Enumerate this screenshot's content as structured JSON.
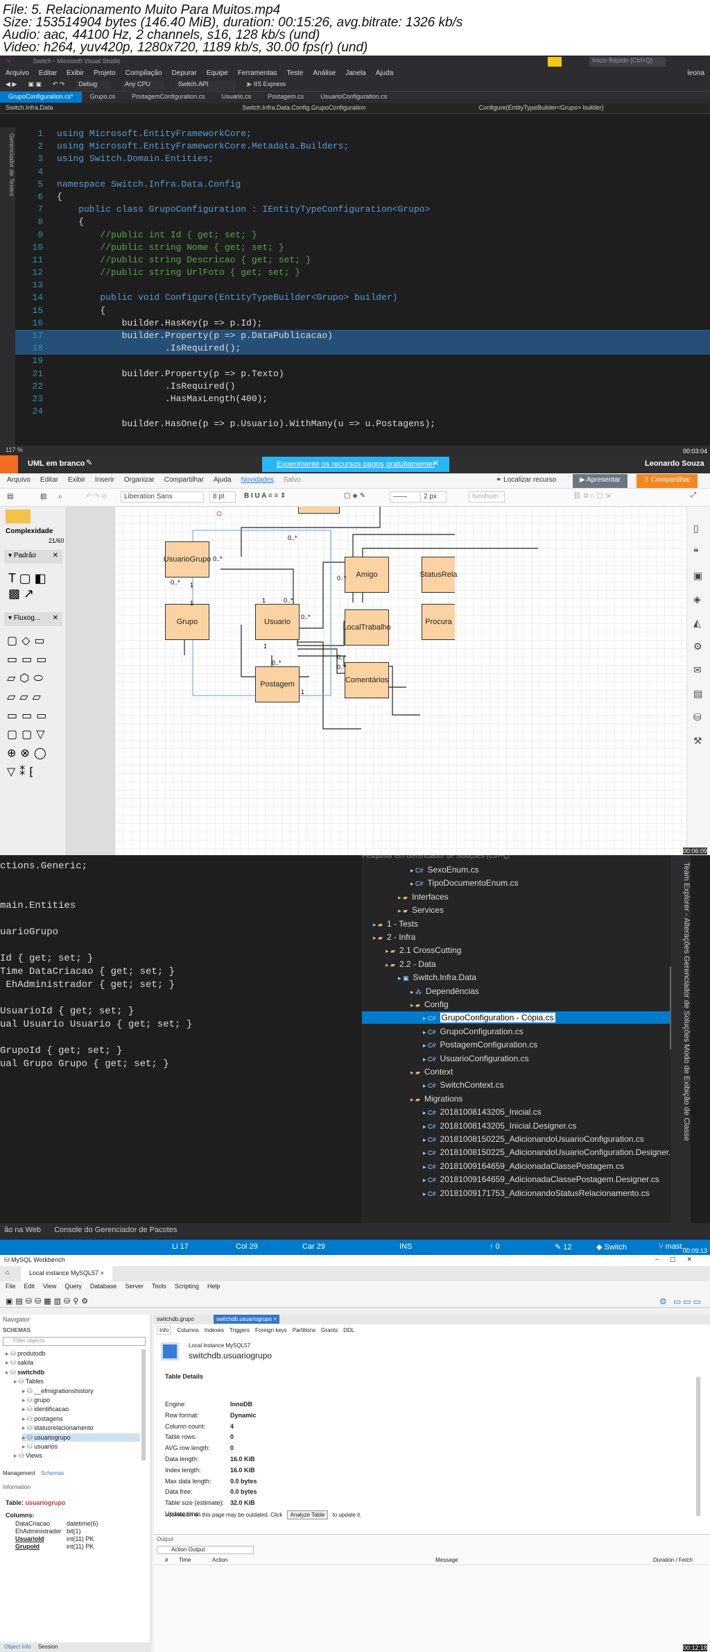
{
  "header": {
    "lines": [
      "File: 5. Relacionamento Muito Para Muitos.mp4",
      "Size: 153514904 bytes (146.40 MiB), duration: 00:15:26, avg.bitrate: 1326 kb/s",
      "Audio: aac, 44100 Hz, 2 channels, s16, 128 kb/s (und)",
      "Video: h264, yuv420p, 1280x720, 1189 kb/s, 30.00 fps(r) (und)"
    ]
  },
  "vs": {
    "title": "Switch - Microsoft Visual Studio",
    "quick": "Início Rápido (Ctrl+Q)",
    "user": "leona",
    "menu": [
      "Arquivo",
      "Editar",
      "Exibir",
      "Projeto",
      "Compilação",
      "Depurar",
      "Equipe",
      "Ferramentas",
      "Teste",
      "Análise",
      "Janela",
      "Ajuda"
    ],
    "toolbar": [
      "Debug",
      "Any CPU",
      "Switch.API",
      "IIS Express"
    ],
    "tabs": [
      "GrupoConfiguration.cs*",
      "Grupo.cs",
      "PostagemConfiguration.cs",
      "Usuario.cs",
      "Postagem.cs",
      "UsuarioConfiguration.cs"
    ],
    "nav": [
      "Switch.Infra.Data",
      "Switch.Infra.Data.Config.GrupoConfiguration",
      "Configure(EntityTypeBuilder<Grupo> builder)"
    ],
    "side": "Gerenciador de Testes",
    "zoom": "117 %",
    "lines": [
      {
        "n": "1",
        "t": "using Microsoft.EntityFrameworkCore;"
      },
      {
        "n": "2",
        "t": "using Microsoft.EntityFrameworkCore.Metadata.Builders;"
      },
      {
        "n": "3",
        "t": "using Switch.Domain.Entities;"
      },
      {
        "n": "4",
        "t": ""
      },
      {
        "n": "5",
        "t": "namespace Switch.Infra.Data.Config"
      },
      {
        "n": "6",
        "t": "{"
      },
      {
        "n": "7",
        "t": "    public class GrupoConfiguration : IEntityTypeConfiguration<Grupo>"
      },
      {
        "n": "8",
        "t": "    {"
      },
      {
        "n": "9",
        "t": "        //public int Id { get; set; }"
      },
      {
        "n": "10",
        "t": "        //public string Nome { get; set; }"
      },
      {
        "n": "11",
        "t": "        //public string Descricao { get; set; }"
      },
      {
        "n": "12",
        "t": "        //public string UrlFoto { get; set; }"
      },
      {
        "n": "13",
        "t": ""
      },
      {
        "n": "14",
        "t": "        public void Configure(EntityTypeBuilder<Grupo> builder)"
      },
      {
        "n": "15",
        "t": "        {"
      },
      {
        "n": "16",
        "t": "            builder.HasKey(p => p.Id);"
      },
      {
        "n": "17",
        "t": "            builder.Property(p => p.DataPublicacao)"
      },
      {
        "n": "18",
        "t": "                    .IsRequired();"
      },
      {
        "n": "19",
        "t": ""
      },
      {
        "n": "21",
        "t": "            builder.Property(p => p.Texto)"
      },
      {
        "n": "22",
        "t": "                    .IsRequired()"
      },
      {
        "n": "23",
        "t": "                    .HasMaxLength(400);"
      },
      {
        "n": "24",
        "t": ""
      },
      {
        "n": "",
        "t": "            builder.HasOne(p => p.Usuario).WithMany(u => u.Postagens);"
      }
    ],
    "timestamp": "00:03:04"
  },
  "uml": {
    "doc": "UML em branco",
    "promo": "Experimente os recursos pagos gratuitamente!",
    "user": "Leonardo Souza",
    "menu": [
      "Arquivo",
      "Editar",
      "Exibir",
      "Inserir",
      "Organizar",
      "Compartilhar",
      "Ajuda",
      "Novidades",
      "Salvo"
    ],
    "locate": "Localizar recurso",
    "present": "Apresentar",
    "share": "Compartilhar",
    "font": "Liberation Sans",
    "size": "8 pt",
    "line": "2 px",
    "none": "Nenhum",
    "complexity": "Complexidade",
    "complexity_val": "21/60",
    "padrao": "Padrão",
    "fluxo": "Fluxog...",
    "boxes": {
      "usuariogrupo": "UsuarioGrupo",
      "grupo": "Grupo",
      "usuario": "Usuario",
      "postagem": "Postagem",
      "amigo": "Amigo",
      "status": "StatusRela",
      "local": "LocalTrabalho",
      "procura": "Procura",
      "comentarios": "Comentários"
    },
    "labels": {
      "a": "0..*",
      "b": "0..*",
      "c": "1",
      "d": "1",
      "e": "0..*",
      "f": "0..*",
      "g": "0..*",
      "h": "1",
      "i": "0..*",
      "j": "1",
      "k": "0..*",
      "l": "0..*",
      "m": "1",
      "n": "0..*"
    },
    "timestamp": "00:06:09"
  },
  "code3": {
    "lines": [
      {
        "t": "ctions.Generic;"
      },
      {
        "t": ""
      },
      {
        "t": ""
      },
      {
        "t": "main.Entities"
      },
      {
        "t": ""
      },
      {
        "t": "uarioGrupo"
      },
      {
        "t": ""
      },
      {
        "t": "Id { get; set; }"
      },
      {
        "t": "Time DataCriacao { get; set; }"
      },
      {
        "t": " EhAdministrador { get; set; }"
      },
      {
        "t": ""
      },
      {
        "t": "UsuarioId { get; set; }"
      },
      {
        "t": "ual Usuario Usuario { get; set; }"
      },
      {
        "t": ""
      },
      {
        "t": "GrupoId { get; set; }"
      },
      {
        "t": "ual Grupo Grupo { get; set; }"
      }
    ],
    "search": "Pesquisar em Gerenciador de Soluções (Ctrl+ç)",
    "tree": [
      {
        "d": 4,
        "t": "SexoEnum.cs",
        "i": "c#"
      },
      {
        "d": 4,
        "t": "TipoDocumentoEnum.cs",
        "i": "c#"
      },
      {
        "d": 3,
        "t": "Interfaces",
        "i": "dir"
      },
      {
        "d": 3,
        "t": "Services",
        "i": "dir"
      },
      {
        "d": 1,
        "t": "1 - Tests",
        "i": "dir"
      },
      {
        "d": 1,
        "t": "2 - Infra",
        "i": "dir"
      },
      {
        "d": 2,
        "t": "2.1 CrossCutting",
        "i": "dir"
      },
      {
        "d": 2,
        "t": "2.2 - Data",
        "i": "dir"
      },
      {
        "d": 3,
        "t": "Switch.Infra.Data",
        "i": "prj"
      },
      {
        "d": 4,
        "t": "Dependências",
        "i": "dep"
      },
      {
        "d": 4,
        "t": "Config",
        "i": "dir"
      },
      {
        "d": 5,
        "t": "GrupoConfiguration - Cópia.cs",
        "i": "c#",
        "sel": true
      },
      {
        "d": 5,
        "t": "GrupoConfiguration.cs",
        "i": "c#"
      },
      {
        "d": 5,
        "t": "PostagemConfiguration.cs",
        "i": "c#"
      },
      {
        "d": 5,
        "t": "UsuarioConfiguration.cs",
        "i": "c#"
      },
      {
        "d": 4,
        "t": "Context",
        "i": "dir"
      },
      {
        "d": 5,
        "t": "SwitchContext.cs",
        "i": "c#"
      },
      {
        "d": 4,
        "t": "Migrations",
        "i": "dir"
      },
      {
        "d": 5,
        "t": "20181008143205_Inicial.cs",
        "i": "c#"
      },
      {
        "d": 5,
        "t": "20181008143205_Inicial.Designer.cs",
        "i": "c#"
      },
      {
        "d": 5,
        "t": "20181008150225_AdicionandoUsuarioConfiguration.cs",
        "i": "c#"
      },
      {
        "d": 5,
        "t": "20181008150225_AdicionandoUsuarioConfiguration.Designer.cs",
        "i": "c#"
      },
      {
        "d": 5,
        "t": "20181009164659_AdicionadaClassePostagem.cs",
        "i": "c#"
      },
      {
        "d": 5,
        "t": "20181009164659_AdicionadaClassePostagem.Designer.cs",
        "i": "c#"
      },
      {
        "d": 5,
        "t": "20181009171753_AdicionandoStatusRelacionamento.cs",
        "i": "c#"
      }
    ],
    "side": "Team Explorer - Alterações   Gerenciador de Soluções   Modo de Exibição de Classe",
    "out": [
      "ão na Web",
      "Console do Gerenciador de Pacotes"
    ],
    "status": {
      "li": "Li 17",
      "col": "Col 29",
      "car": "Car 29",
      "ins": "INS",
      "up": "0",
      "pen": "12",
      "branch": "Switch",
      "master": "mast..."
    },
    "timestamp": "00:09:13"
  },
  "wb": {
    "title": "MySQL Workbench",
    "tab": "Local instance MySQL57",
    "menu": [
      "File",
      "Edit",
      "View",
      "Query",
      "Database",
      "Server",
      "Tools",
      "Scripting",
      "Help"
    ],
    "navigator": "Navigator",
    "schemas": "SCHEMAS",
    "filter": "Filter objects",
    "tree": [
      {
        "d": 0,
        "t": "produtodb"
      },
      {
        "d": 0,
        "t": "sakila"
      },
      {
        "d": 0,
        "t": "switchdb",
        "b": true
      },
      {
        "d": 1,
        "t": "Tables"
      },
      {
        "d": 2,
        "t": "__efmigrationshistory"
      },
      {
        "d": 2,
        "t": "grupo"
      },
      {
        "d": 2,
        "t": "identificacao"
      },
      {
        "d": 2,
        "t": "postagens"
      },
      {
        "d": 2,
        "t": "statusrelacionamento"
      },
      {
        "d": 2,
        "t": "usuariogrupo"
      },
      {
        "d": 2,
        "t": "usuarios"
      },
      {
        "d": 1,
        "t": "Views"
      }
    ],
    "lefttabs": [
      "Management",
      "Schemas"
    ],
    "info": "Information",
    "table_label": "Table:",
    "table_name": "usuariogrupo",
    "columns_label": "Columns:",
    "cols": [
      {
        "n": "DataCriacao",
        "t": "datetime(6)"
      },
      {
        "n": "EhAdministrador",
        "t": "bit(1)"
      },
      {
        "n": "UsuarioId",
        "t": "int(11) PK"
      },
      {
        "n": "GrupoId",
        "t": "int(11) PK"
      }
    ],
    "foottabs": [
      "Object Info",
      "Session"
    ],
    "qtabs": [
      "switchdb.grupo",
      "switchdb.usuariogrupo"
    ],
    "subtabs": [
      "Info",
      "Columns",
      "Indexes",
      "Triggers",
      "Foreign keys",
      "Partitions",
      "Grants",
      "DDL"
    ],
    "inst": "Local instance MySQL57",
    "tname": "switchdb.usuariogrupo",
    "details": "Table Details",
    "props": [
      {
        "k": "Engine:",
        "v": "InnoDB"
      },
      {
        "k": "Row format:",
        "v": "Dynamic"
      },
      {
        "k": "Column count:",
        "v": "4"
      },
      {
        "k": "Table rows:",
        "v": "0"
      },
      {
        "k": "AVG row length:",
        "v": "0"
      },
      {
        "k": "Data length:",
        "v": "16.0 KiB"
      },
      {
        "k": "Index length:",
        "v": "16.0 KiB"
      },
      {
        "k": "Max data length:",
        "v": "0.0 bytes"
      },
      {
        "k": "Data free:",
        "v": "0.0 bytes"
      },
      {
        "k": "Table size (estimate):",
        "v": "32.0 KiB"
      },
      {
        "k": "Update time:",
        "v": ""
      }
    ],
    "outdated": "Information on this page may be outdated. Click",
    "analyze": "Analyze Table",
    "toupdate": "to update it.",
    "output": "Output",
    "action": "Action Output",
    "heads": [
      "#",
      "Time",
      "Action",
      "Message",
      "Duration / Fetch"
    ],
    "timestamp": "00:12:18"
  }
}
